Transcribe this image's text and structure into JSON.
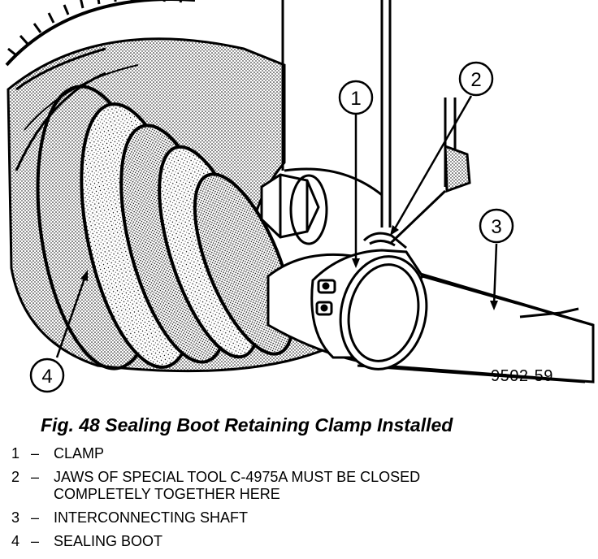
{
  "figure": {
    "code": "9502-59",
    "caption": "Fig. 48 Sealing Boot Retaining Clamp Installed",
    "callouts": [
      "1",
      "2",
      "3",
      "4"
    ],
    "legend": [
      {
        "num": "1",
        "dash": "–",
        "text": "CLAMP"
      },
      {
        "num": "2",
        "dash": "–",
        "text": "JAWS OF SPECIAL TOOL C-4975A MUST BE CLOSED\nCOMPLETELY TOGETHER HERE"
      },
      {
        "num": "3",
        "dash": "–",
        "text": "INTERCONNECTING SHAFT"
      },
      {
        "num": "4",
        "dash": "–",
        "text": "SEALING BOOT"
      }
    ]
  }
}
